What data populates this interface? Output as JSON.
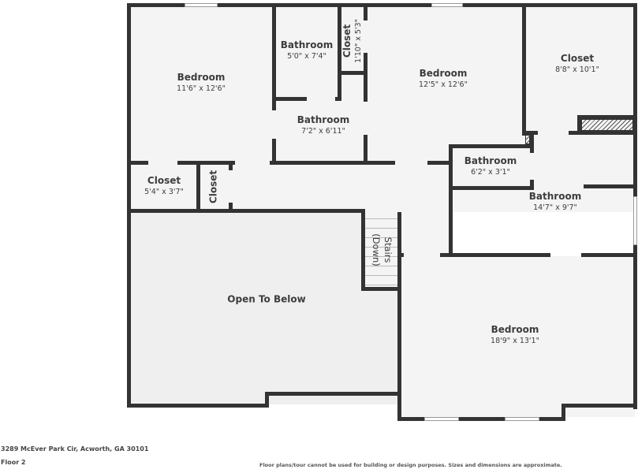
{
  "floorplan": {
    "rooms": [
      {
        "id": "bedroom-1",
        "name": "Bedroom",
        "dims": "11'6\" x 12'6\""
      },
      {
        "id": "bathroom-1",
        "name": "Bathroom",
        "dims": "5'0\" x 7'4\""
      },
      {
        "id": "closet-1",
        "name": "Closet",
        "dims": "1'10\" x 5'3\""
      },
      {
        "id": "bedroom-2",
        "name": "Bedroom",
        "dims": "12'5\" x 12'6\""
      },
      {
        "id": "closet-2",
        "name": "Closet",
        "dims": "8'8\" x 10'1\""
      },
      {
        "id": "bathroom-2",
        "name": "Bathroom",
        "dims": "7'2\" x 6'11\""
      },
      {
        "id": "closet-3",
        "name": "Closet",
        "dims": "5'4\" x 3'7\""
      },
      {
        "id": "closet-4",
        "name": "Closet",
        "dims": ""
      },
      {
        "id": "bathroom-3",
        "name": "Bathroom",
        "dims": "6'2\" x 3'1\""
      },
      {
        "id": "bathroom-4",
        "name": "Bathroom",
        "dims": "14'7\" x 9'7\""
      },
      {
        "id": "stairs",
        "name": "Stairs",
        "dims": "(Down)"
      },
      {
        "id": "open-to-below",
        "name": "Open To Below",
        "dims": ""
      },
      {
        "id": "bedroom-3",
        "name": "Bedroom",
        "dims": "18'9\" x 13'1\""
      }
    ]
  },
  "footer": {
    "address": "3289 McEver Park Cir, Acworth, GA 30101",
    "floor": "Floor 2",
    "disclaimer": "Floor plans/tour cannot be used for building or design purposes. Sizes and dimensions are approximate."
  }
}
